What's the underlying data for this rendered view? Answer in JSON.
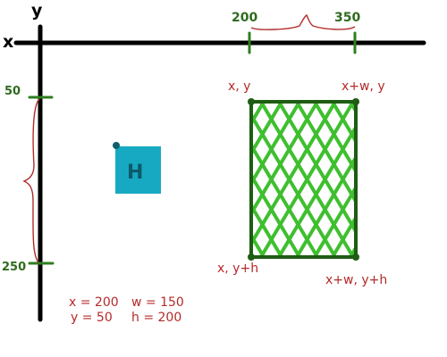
{
  "axes": {
    "x_label": "x",
    "y_label": "y",
    "x_tick_200": "200",
    "x_tick_350": "350",
    "y_tick_50": "50",
    "y_tick_250": "250"
  },
  "corners": {
    "top_left": "x, y",
    "top_right": "x+w, y",
    "bottom_left": "x, y+h",
    "bottom_right": "x+w, y+h"
  },
  "sprite": {
    "letter": "H"
  },
  "values": {
    "x": "x = 200",
    "y": "y = 50",
    "w": "w = 150",
    "h": "h = 200"
  },
  "colors": {
    "axis": "#000000",
    "tick_green": "#2e7d1f",
    "label_green": "#2f6b1e",
    "annotation_red": "#b42a2a",
    "rect_border": "#1f5c14",
    "hatch_green": "#3fbf2f",
    "sprite_fill": "#17a9c2",
    "sprite_letter": "#0b5a6b"
  }
}
